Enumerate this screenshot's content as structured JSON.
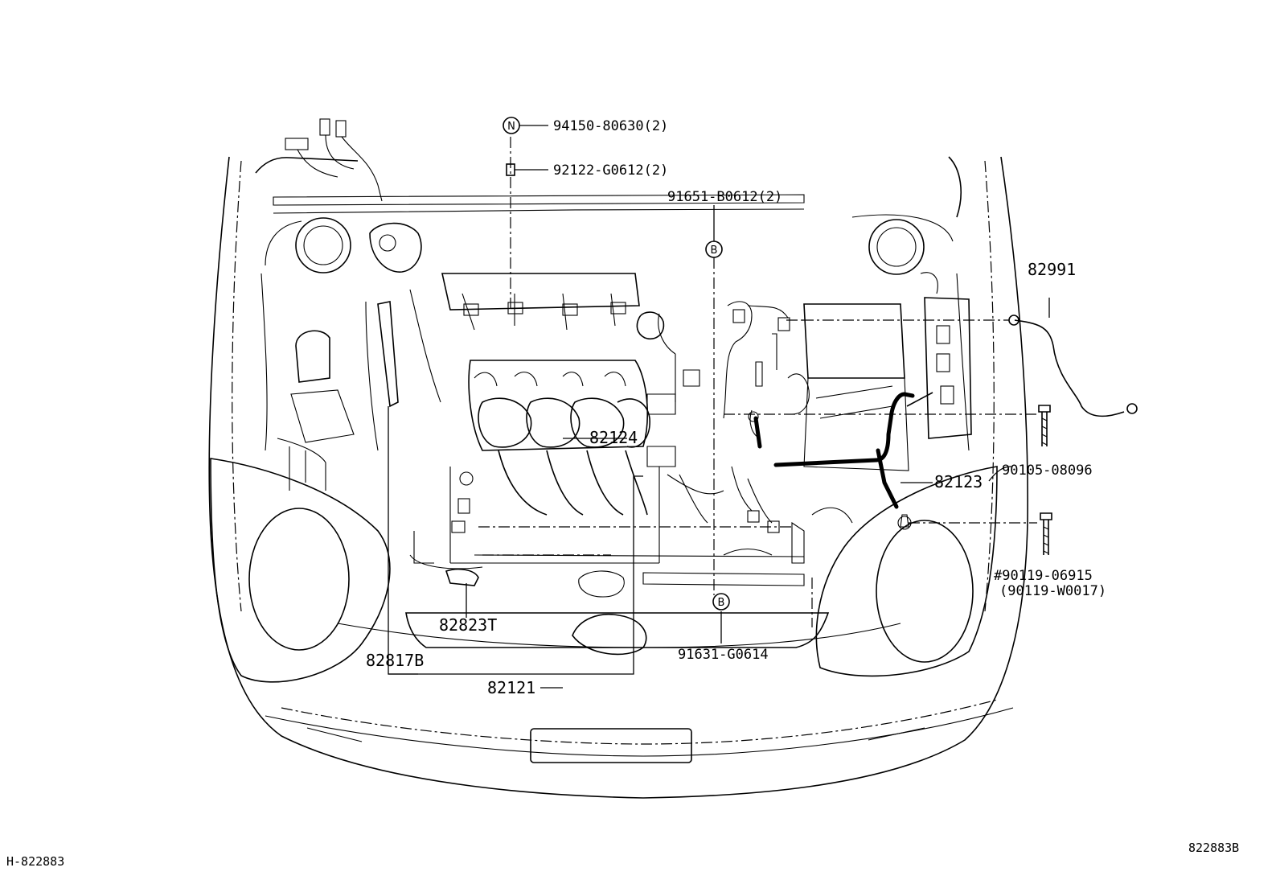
{
  "parts": {
    "p94150": "94150-80630(2)",
    "p92122": "92122-G0612(2)",
    "p91651": "91651-B0612(2)",
    "p82991": "82991",
    "p82124": "82124",
    "p90105": "90105-08096",
    "p82123": "82123",
    "p90119": "#90119-06915",
    "p90119alt": "(90119-W0017)",
    "p82823T": "82823T",
    "p91631": "91631-G0614",
    "p82817B": "82817B",
    "p82121": "82121"
  },
  "markers": {
    "n": "N",
    "b": "B"
  },
  "codes": {
    "left": "H-822883",
    "right": "822883B"
  }
}
